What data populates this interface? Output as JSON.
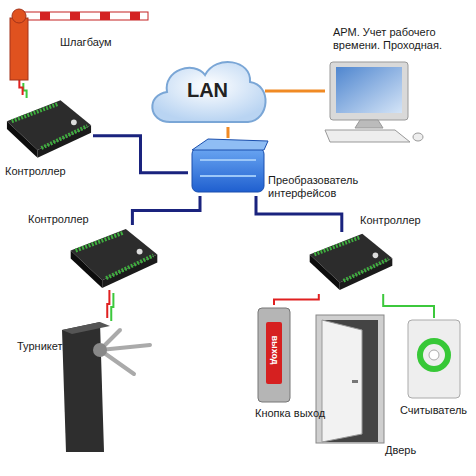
{
  "diagram": {
    "nodes": [
      {
        "text": [
          "Шлагбаум"
        ]
      },
      {
        "text": [
          "Контроллер"
        ]
      },
      {
        "text": [
          "LAN"
        ]
      },
      {
        "text": [
          "АРМ. Учет рабочего времени. Проходная."
        ]
      },
      {
        "text": [
          "Преобразователь интерфейсов"
        ]
      },
      {
        "text": [
          "Контроллер"
        ]
      },
      {
        "text": [
          "Контроллер"
        ]
      },
      {
        "text": [
          "Турникет"
        ]
      },
      {
        "text": [
          "Кнопка выход",
          "выход"
        ]
      },
      {
        "text": [
          "Дверь"
        ]
      },
      {
        "text": [
          "Считыватель"
        ]
      }
    ],
    "edges": [
      {
        "from": 0,
        "to": 1,
        "arrow": "none"
      },
      {
        "from": 1,
        "to": 4,
        "arrow": "none"
      },
      {
        "from": 4,
        "to": 2,
        "arrow": "none"
      },
      {
        "from": 2,
        "to": 3,
        "arrow": "none"
      },
      {
        "from": 4,
        "to": 5,
        "arrow": "none"
      },
      {
        "from": 4,
        "to": 6,
        "arrow": "none"
      },
      {
        "from": 5,
        "to": 7,
        "arrow": "none"
      },
      {
        "from": 6,
        "to": 8,
        "arrow": "none"
      },
      {
        "from": 6,
        "to": 10,
        "arrow": "none"
      }
    ]
  }
}
